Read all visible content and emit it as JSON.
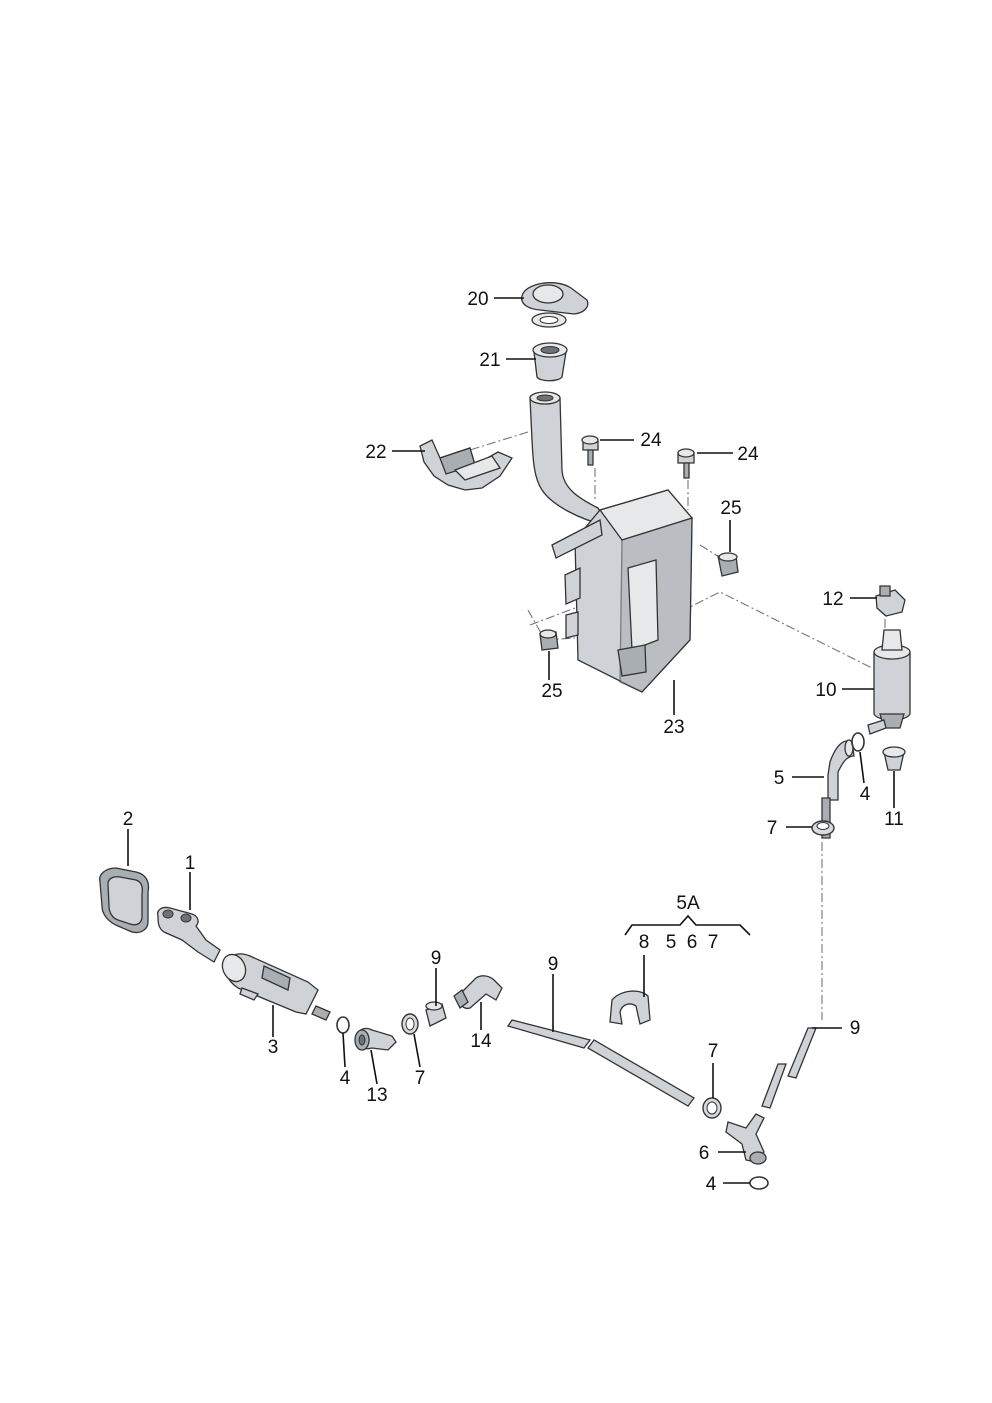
{
  "callouts": {
    "c20": "20",
    "c21": "21",
    "c22": "22",
    "c24a": "24",
    "c24b": "24",
    "c25a": "25",
    "c25b": "25",
    "c23": "23",
    "c12": "12",
    "c10": "10",
    "c5": "5",
    "c4a": "4",
    "c11": "11",
    "c7a": "7",
    "c2": "2",
    "c1": "1",
    "c5A": "5A",
    "c8": "8",
    "c5g": "5",
    "c6g": "6",
    "c7g": "7",
    "c9a": "9",
    "c9b": "9",
    "c9c": "9",
    "c3": "3",
    "c4b": "4",
    "c13": "13",
    "c7b": "7",
    "c14": "14",
    "c7c": "7",
    "c6": "6",
    "c4c": "4"
  }
}
